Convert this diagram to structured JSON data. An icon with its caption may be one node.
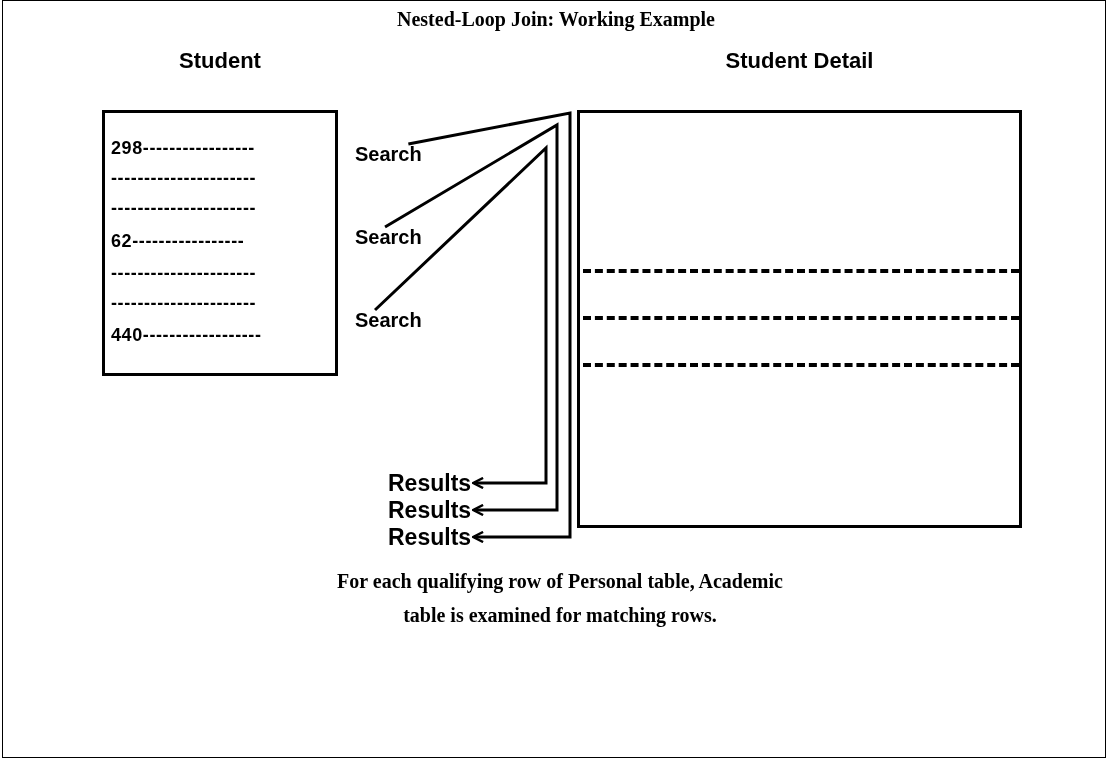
{
  "diagram": {
    "title": "Nested-Loop Join: Working Example",
    "caption": "For each qualifying row of Personal table, Academic table is examined for matching rows.",
    "nodes": [
      {
        "text": [
          "Student",
          "298-----------------",
          "----------------------",
          "----------------------",
          "62-----------------",
          "----------------------",
          "----------------------",
          "440------------------"
        ]
      },
      {
        "text": [
          "Student Detail"
        ]
      },
      {
        "text": [
          "Search"
        ]
      },
      {
        "text": [
          "Search"
        ]
      },
      {
        "text": [
          "Search"
        ]
      },
      {
        "text": [
          "Results"
        ]
      },
      {
        "text": [
          "Results"
        ]
      },
      {
        "text": [
          "Results"
        ]
      }
    ],
    "edges": [
      {
        "from": 2,
        "to": 7,
        "arrow": "to"
      },
      {
        "from": 3,
        "to": 6,
        "arrow": "to"
      },
      {
        "from": 4,
        "to": 5,
        "arrow": "to"
      }
    ]
  }
}
